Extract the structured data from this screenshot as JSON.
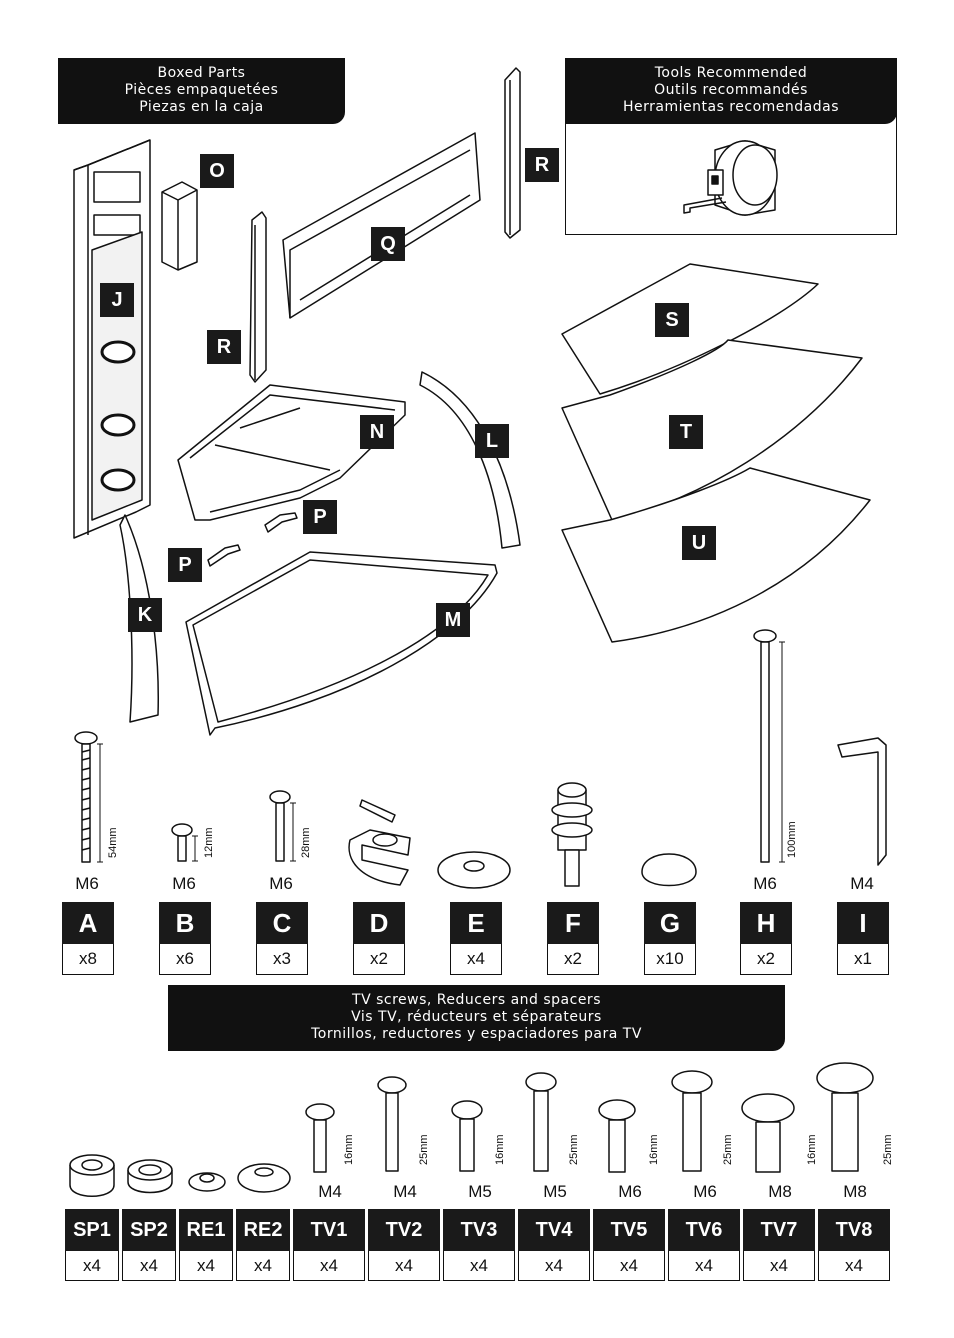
{
  "boxed_parts_banner": {
    "lines": [
      "Boxed Parts",
      "Pièces empaquetées",
      "Piezas en la caja"
    ]
  },
  "tools_banner": {
    "lines": [
      "Tools Recommended",
      "Outils recommandés",
      "Herramientas recomendadas"
    ]
  },
  "tools_icon": "tape-measure-icon",
  "part_labels": [
    "O",
    "R",
    "Q",
    "R",
    "J",
    "N",
    "L",
    "P",
    "P",
    "K",
    "M",
    "S",
    "T",
    "U"
  ],
  "hardware": [
    {
      "letter": "A",
      "size": "M6",
      "qty": "x8",
      "length": "54mm"
    },
    {
      "letter": "B",
      "size": "M6",
      "qty": "x6",
      "length": "12mm"
    },
    {
      "letter": "C",
      "size": "M6",
      "qty": "x3",
      "length": "28mm"
    },
    {
      "letter": "D",
      "size": "",
      "qty": "x2",
      "length": ""
    },
    {
      "letter": "E",
      "size": "",
      "qty": "x4",
      "length": ""
    },
    {
      "letter": "F",
      "size": "",
      "qty": "x2",
      "length": ""
    },
    {
      "letter": "G",
      "size": "",
      "qty": "x10",
      "length": ""
    },
    {
      "letter": "H",
      "size": "M6",
      "qty": "x2",
      "length": "100mm"
    },
    {
      "letter": "I",
      "size": "M4",
      "qty": "x1",
      "length": ""
    }
  ],
  "tv_banner": {
    "lines": [
      "TV screws, Reducers and spacers",
      "Vis TV, réducteurs et séparateurs",
      "Tornillos, reductores y espaciadores para TV"
    ]
  },
  "tv_parts": [
    {
      "label": "SP1",
      "size": "",
      "qty": "x4",
      "length": ""
    },
    {
      "label": "SP2",
      "size": "",
      "qty": "x4",
      "length": ""
    },
    {
      "label": "RE1",
      "size": "",
      "qty": "x4",
      "length": ""
    },
    {
      "label": "RE2",
      "size": "",
      "qty": "x4",
      "length": ""
    },
    {
      "label": "TV1",
      "size": "M4",
      "qty": "x4",
      "length": "16mm"
    },
    {
      "label": "TV2",
      "size": "M4",
      "qty": "x4",
      "length": "25mm"
    },
    {
      "label": "TV3",
      "size": "M5",
      "qty": "x4",
      "length": "16mm"
    },
    {
      "label": "TV4",
      "size": "M5",
      "qty": "x4",
      "length": "25mm"
    },
    {
      "label": "TV5",
      "size": "M6",
      "qty": "x4",
      "length": "16mm"
    },
    {
      "label": "TV6",
      "size": "M6",
      "qty": "x4",
      "length": "25mm"
    },
    {
      "label": "TV7",
      "size": "M8",
      "qty": "x4",
      "length": "16mm"
    },
    {
      "label": "TV8",
      "size": "M8",
      "qty": "x4",
      "length": "25mm"
    }
  ]
}
